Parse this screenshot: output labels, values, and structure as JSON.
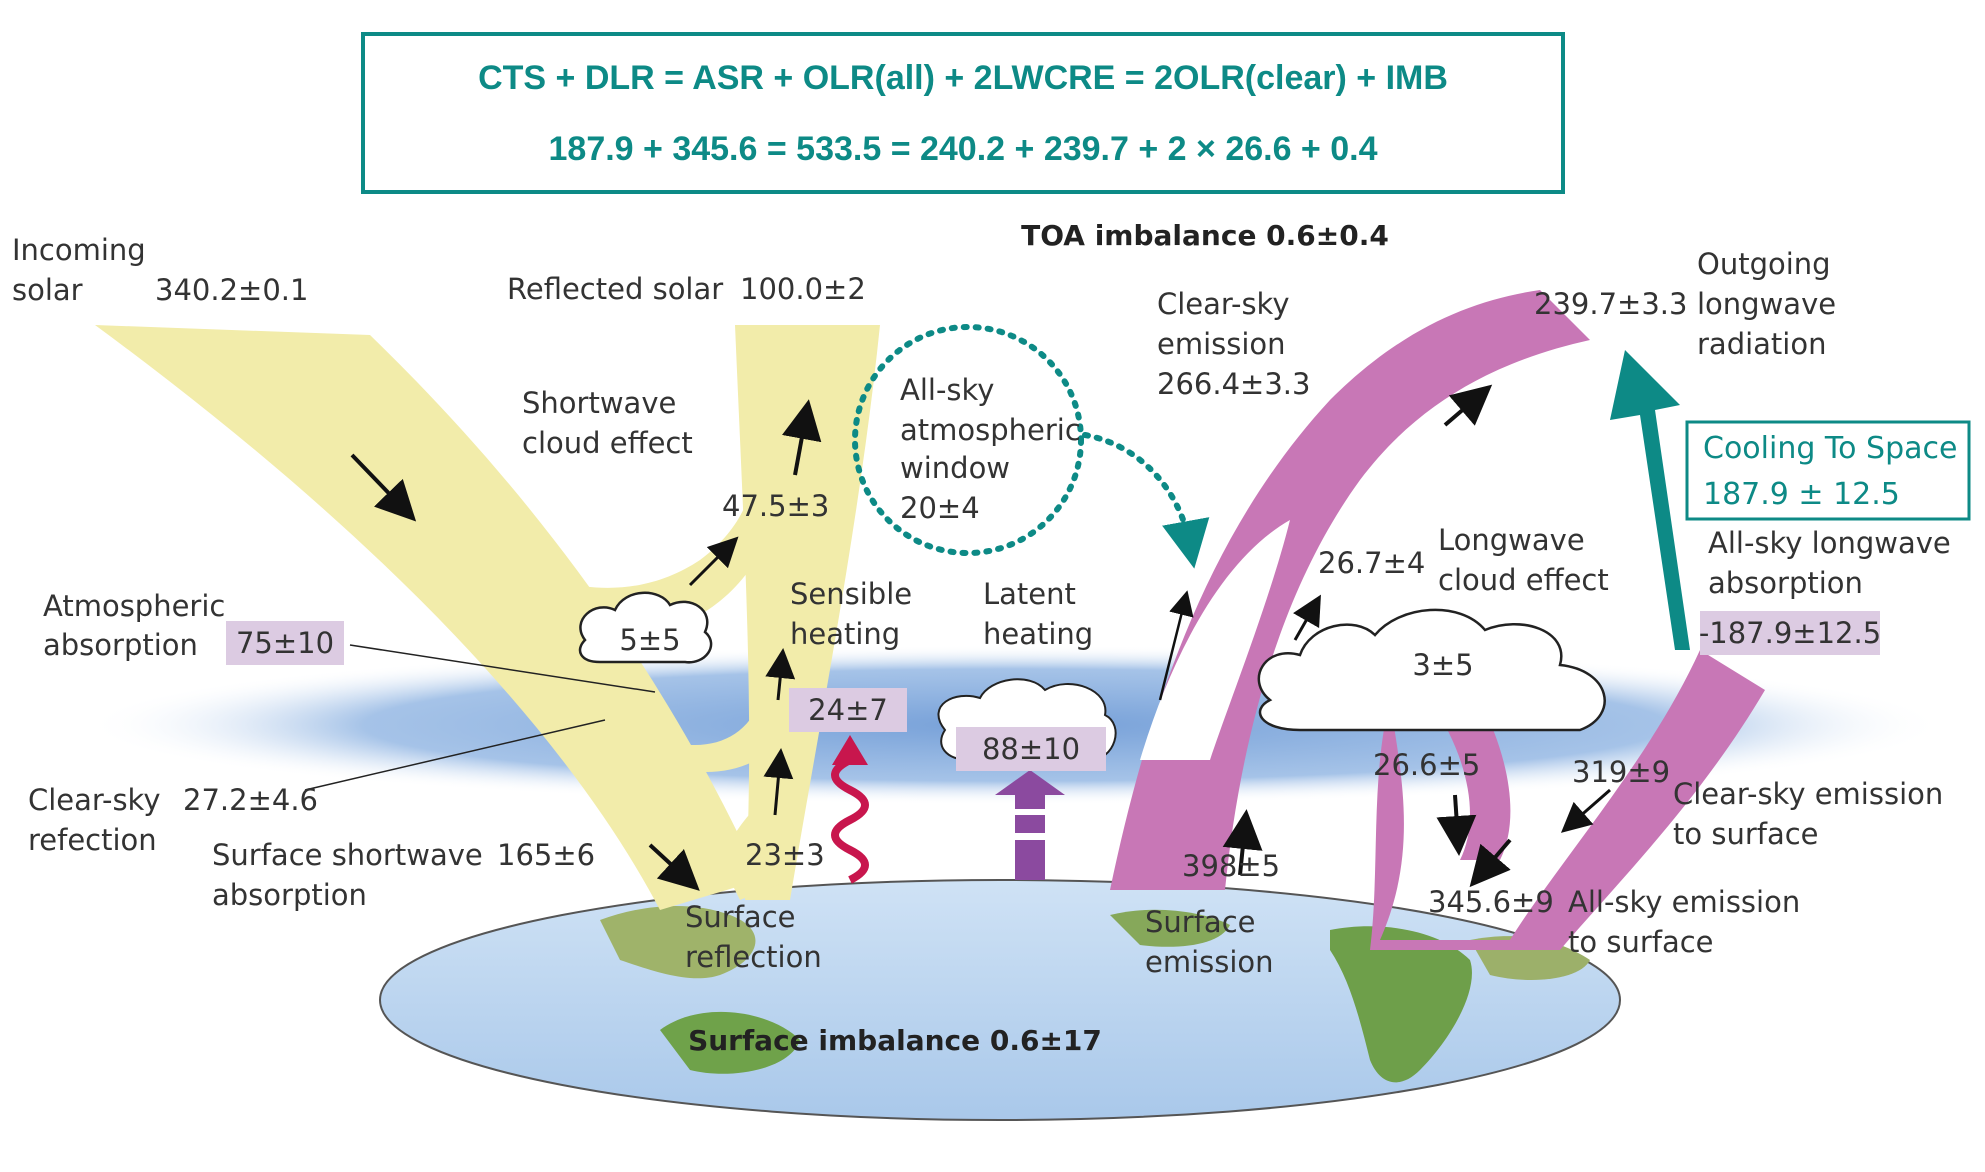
{
  "equation": {
    "line1": "CTS + DLR = ASR + OLR(all) + 2LWCRE = 2OLR(clear) + IMB",
    "line2": "187.9 + 345.6 = 533.5 = 240.2 + 239.7 + 2 × 26.6 + 0.4"
  },
  "toa_imbalance": "TOA imbalance 0.6±0.4",
  "surface_imbalance": "Surface imbalance 0.6±17",
  "incoming": {
    "l1": "Incoming",
    "l2": "solar",
    "value": "340.2±0.1"
  },
  "reflected": {
    "label": "Reflected solar",
    "value": "100.0±2"
  },
  "sw_cloud": {
    "l1": "Shortwave",
    "l2": "cloud effect",
    "value": "47.5±3"
  },
  "cloud_sw_value": "5±5",
  "atmos_abs": {
    "l1": "Atmospheric",
    "l2": "absorption",
    "value": "75±10"
  },
  "clear_refl": {
    "l1": "Clear-sky",
    "l2": "refection",
    "value": "27.2±4.6"
  },
  "surf_sw": {
    "l1": "Surface shortwave",
    "l2": "absorption",
    "value": "165±6"
  },
  "surf_refl": {
    "l1": "Surface",
    "l2": "reflection",
    "value": "23±3"
  },
  "window": {
    "l1": "All-sky",
    "l2": "atmospheric",
    "l3": "window",
    "value": "20±4"
  },
  "sensible": {
    "l1": "Sensible",
    "l2": "heating",
    "value": "24±7"
  },
  "latent": {
    "l1": "Latent",
    "l2": "heating",
    "value": "88±10"
  },
  "clear_emission": {
    "l1": "Clear-sky",
    "l2": "emission",
    "value": "266.4±3.3"
  },
  "olr": {
    "value": "239.7±3.3",
    "l1": "Outgoing",
    "l2": "longwave",
    "l3": "radiation"
  },
  "cts": {
    "l1": "Cooling To Space",
    "l2": "187.9 ± 12.5"
  },
  "lw_abs": {
    "l1": "All-sky longwave",
    "l2": "absorption",
    "value": "-187.9±12.5"
  },
  "lw_cloud": {
    "l1": "Longwave",
    "l2": "cloud effect",
    "value": "26.7±4"
  },
  "cloud_lw_value": "3±5",
  "v26_6": "26.6±5",
  "v319": "319±9",
  "clear_to_surface": {
    "l1": "Clear-sky emission",
    "l2": "to surface"
  },
  "surf_emission": {
    "l1": "Surface",
    "l2": "emission",
    "value": "398±5"
  },
  "allsky_to_surface": {
    "value": "345.6±9",
    "l1": "All-sky emission",
    "l2": "to surface"
  },
  "colors": {
    "teal": "#0d8a86",
    "yellow": "#f2ecaa",
    "magenta": "#c877b6",
    "label_box": "#dccbe2",
    "sensible_arrow": "#c8164d",
    "latent_arrow": "#8b4a9f",
    "ocean": "#b6d4ee",
    "atmosphere": "#7ea6d8"
  }
}
